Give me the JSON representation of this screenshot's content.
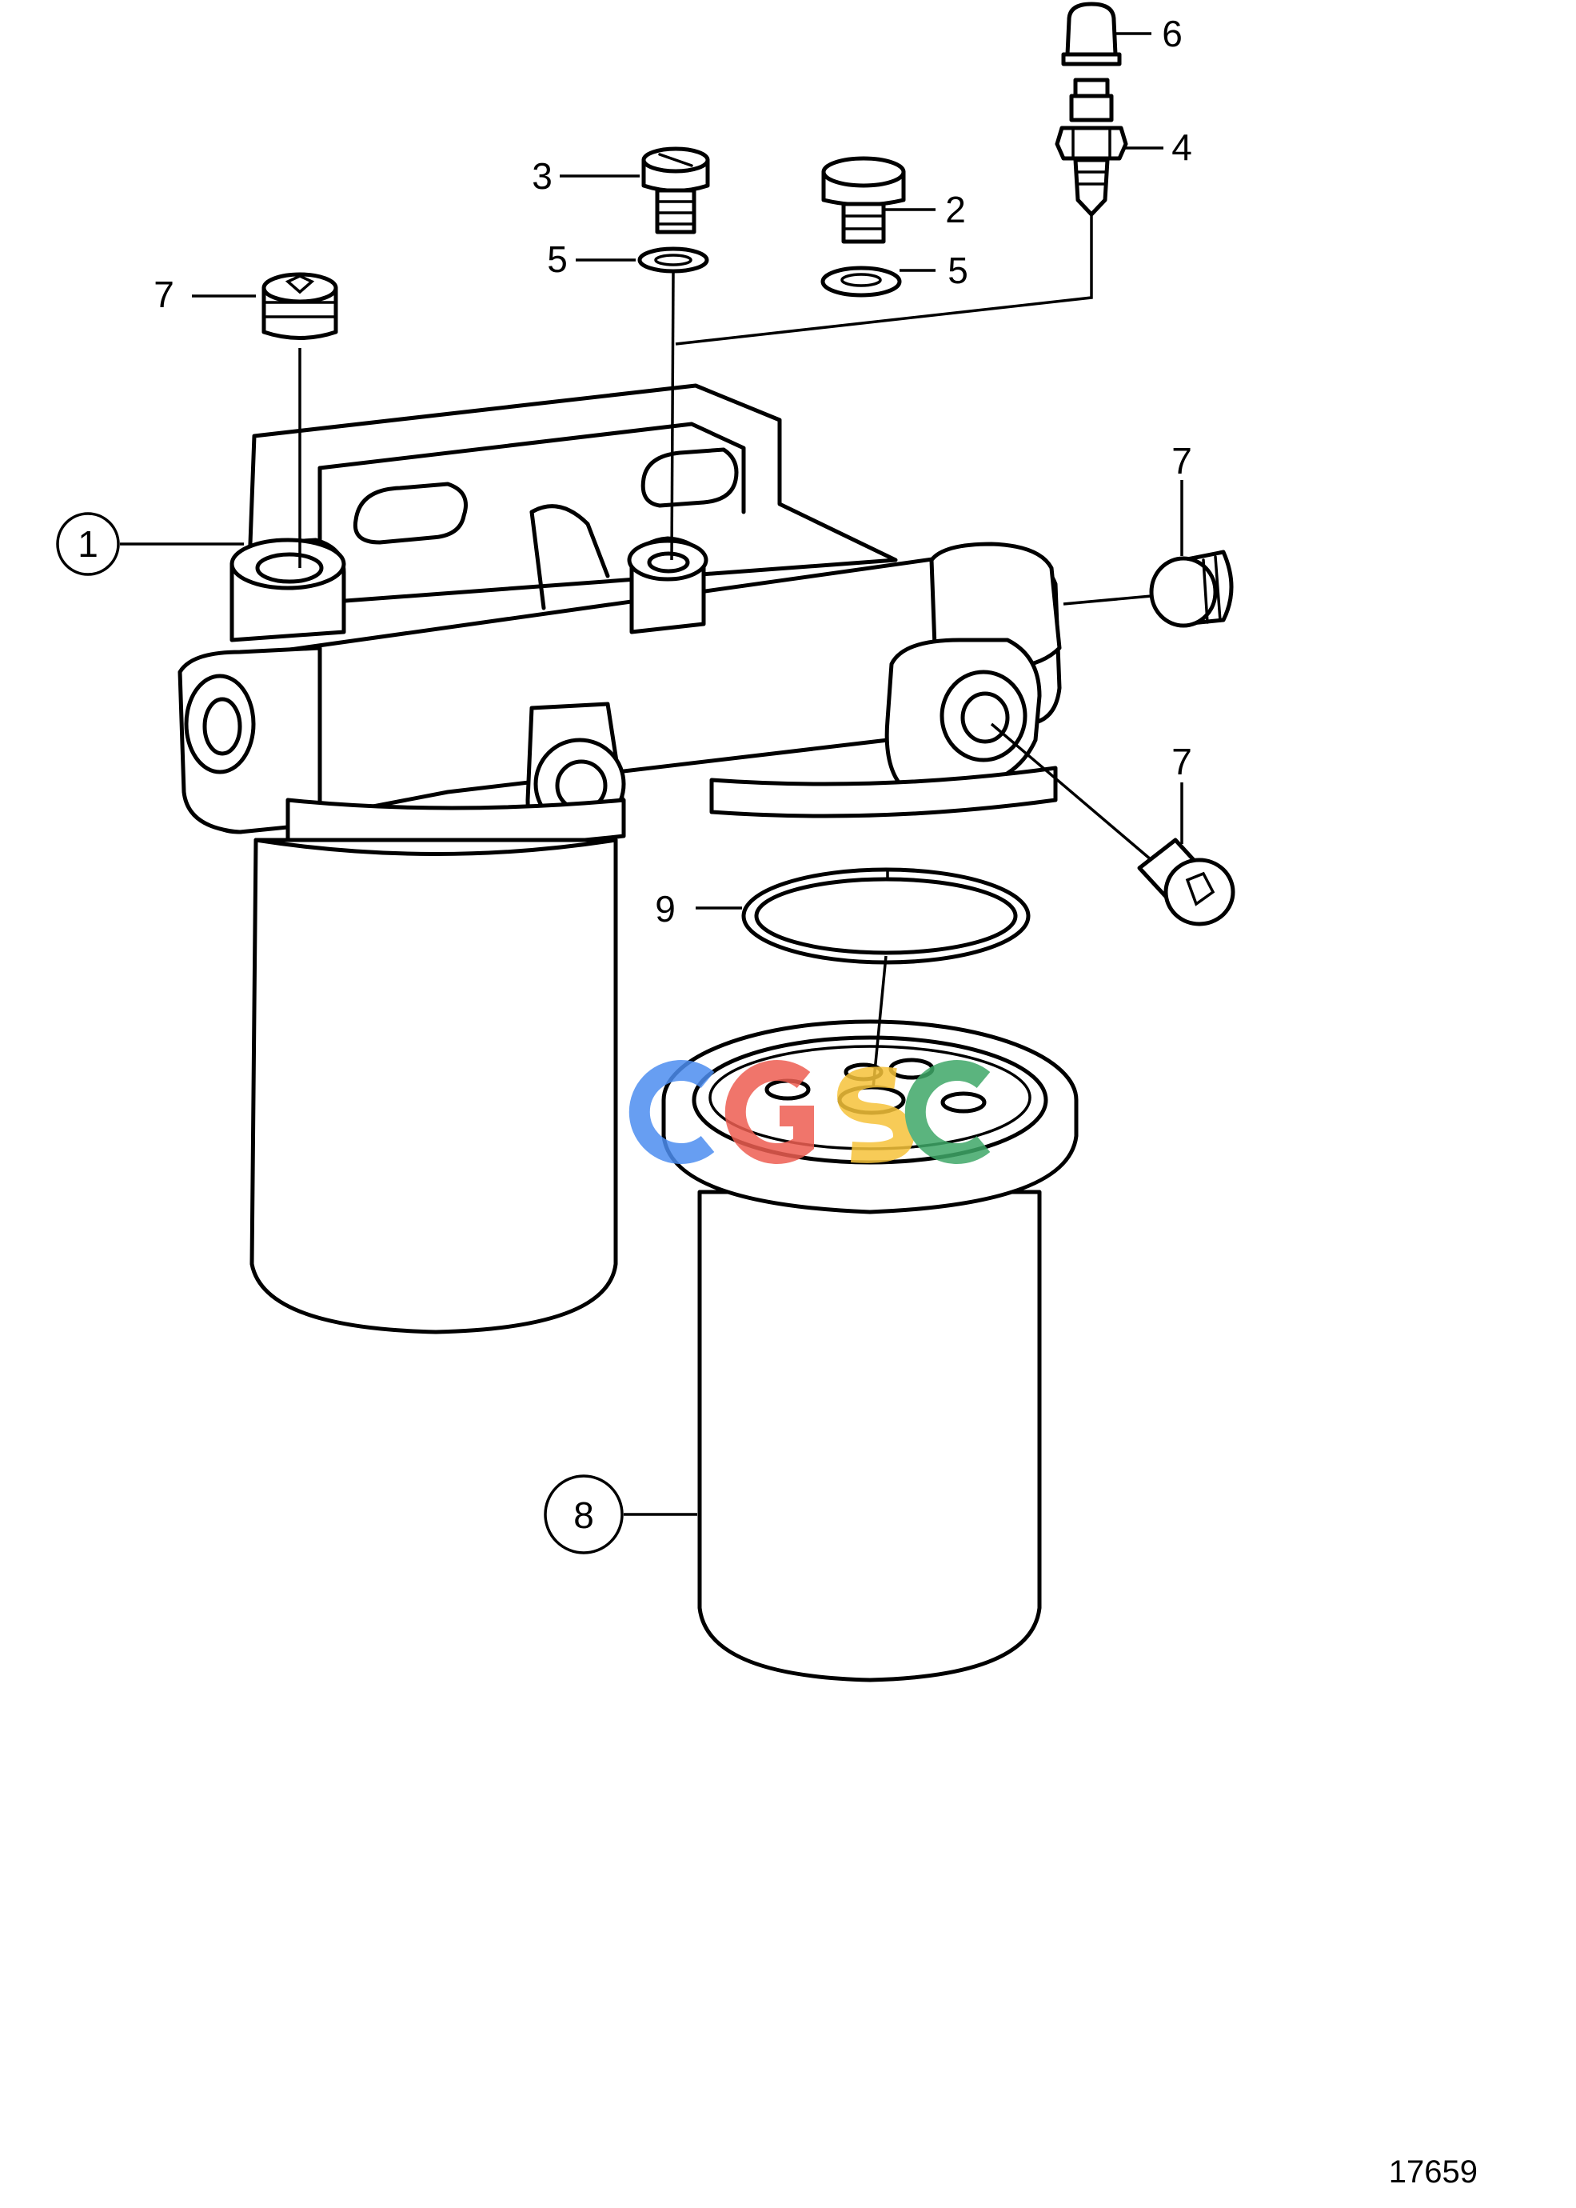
{
  "figure_number": "17659",
  "callouts": {
    "c1": "1",
    "c2": "2",
    "c3": "3",
    "c4": "4",
    "c5a": "5",
    "c5b": "5",
    "c6": "6",
    "c7a": "7",
    "c7b": "7",
    "c7c": "7",
    "c8": "8",
    "c9": "9"
  },
  "watermark": {
    "text": "CGSC",
    "colors": [
      "#4d8ef0",
      "#ee5e52",
      "#f6c33a",
      "#3fa868"
    ]
  }
}
